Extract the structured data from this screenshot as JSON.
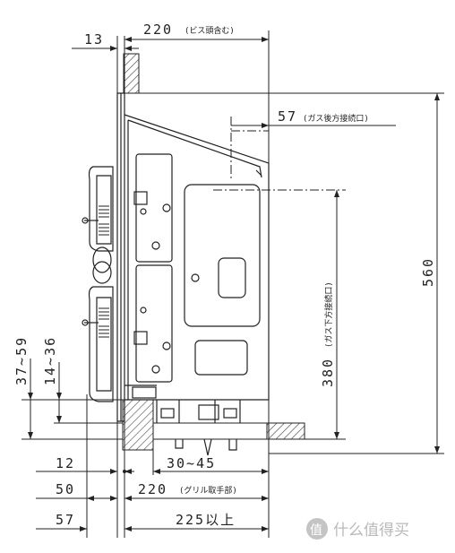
{
  "dimensions": {
    "top_220": "220",
    "top_220_note": "(ビス頭含む)",
    "top_13": "13",
    "gas_rear_57": "57",
    "gas_rear_note": "(ガス後方接続口)",
    "height_560": "560",
    "gas_bottom_380": "380",
    "gas_bottom_note": "(ガス下方接続口)",
    "left_37_59": "37~59",
    "left_14_36": "14~36",
    "bottom_12": "12",
    "bottom_30_45": "30~45",
    "bottom_50": "50",
    "bottom_220": "220",
    "bottom_220_note": "(グリル取手部)",
    "bottom_57": "57",
    "bottom_225": "225以上"
  },
  "watermark": {
    "logo_glyph": "值",
    "text": "什么值得买"
  },
  "colors": {
    "line": "#222222",
    "hatch": "#444444",
    "watermark": "#b9b9b9"
  }
}
